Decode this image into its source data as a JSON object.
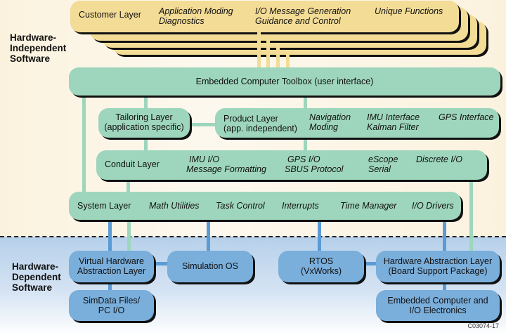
{
  "side_labels": {
    "independent": [
      "Hardware-",
      "Independent",
      "Software"
    ],
    "dependent": [
      "Hardware-",
      "Dependent",
      "Software"
    ]
  },
  "customer_layer": {
    "title": "Customer Layer",
    "items": [
      "Application Moding",
      "Diagnostics",
      "I/O Message Generation",
      "Guidance and Control",
      "Unique Functions"
    ]
  },
  "toolbox": {
    "title": "Embedded Computer Toolbox (user interface)"
  },
  "tailoring": {
    "line1": "Tailoring Layer",
    "line2": "(application specific)"
  },
  "product": {
    "line1": "Product Layer",
    "line2": "(app. independent)",
    "items": [
      "Navigation",
      "Moding",
      "IMU Interface",
      "Kalman Filter",
      "GPS Interface"
    ]
  },
  "conduit": {
    "title": "Conduit Layer",
    "items": [
      "IMU I/O",
      "Message Formatting",
      "GPS I/O",
      "SBUS Protocol",
      "eScope",
      "Serial",
      "Discrete I/O"
    ]
  },
  "system": {
    "title": "System Layer",
    "items": [
      "Math Utilities",
      "Task Control",
      "Interrupts",
      "Time Manager",
      "I/O Drivers"
    ]
  },
  "hw": {
    "vhal": [
      "Virtual Hardware",
      "Abstraction Layer"
    ],
    "simos": "Simulation OS",
    "rtos": [
      "RTOS",
      "(VxWorks)"
    ],
    "hal": [
      "Hardware Abstraction Layer",
      "(Board Support Package)"
    ],
    "simdata": [
      "SimData Files/",
      "PC I/O"
    ],
    "embedded": [
      "Embedded Computer and",
      "I/O Electronics"
    ]
  },
  "figure_code": "C03074-17",
  "colors": {
    "customer": "#f3dc96",
    "software": "#9ed6bd",
    "hardware": "#7aaedb"
  }
}
